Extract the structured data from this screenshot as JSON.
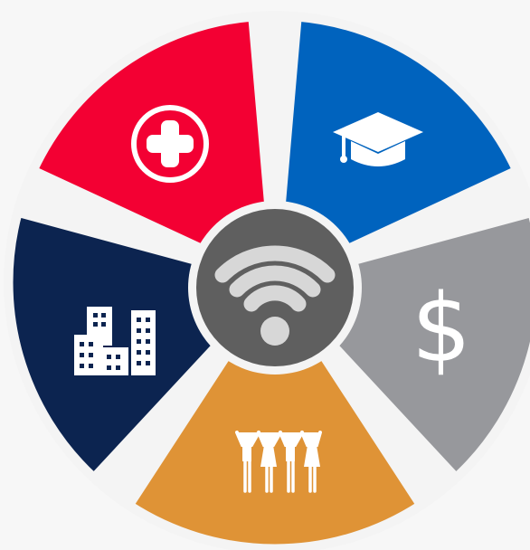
{
  "diagram": {
    "center": {
      "icon": "wifi-icon",
      "color": "#5f5f5f"
    },
    "segments": [
      {
        "name": "health",
        "icon": "medical-cross-icon",
        "color": "#f30033"
      },
      {
        "name": "education",
        "icon": "graduation-cap-icon",
        "color": "#0063be"
      },
      {
        "name": "finance",
        "icon": "dollar-sign-icon",
        "color": "#97989c",
        "symbol": "$"
      },
      {
        "name": "community",
        "icon": "people-raised-arms-icon",
        "color": "#df9336"
      },
      {
        "name": "city",
        "icon": "buildings-icon",
        "color": "#0c2450"
      }
    ],
    "divider_color": "#f4f4f4"
  }
}
